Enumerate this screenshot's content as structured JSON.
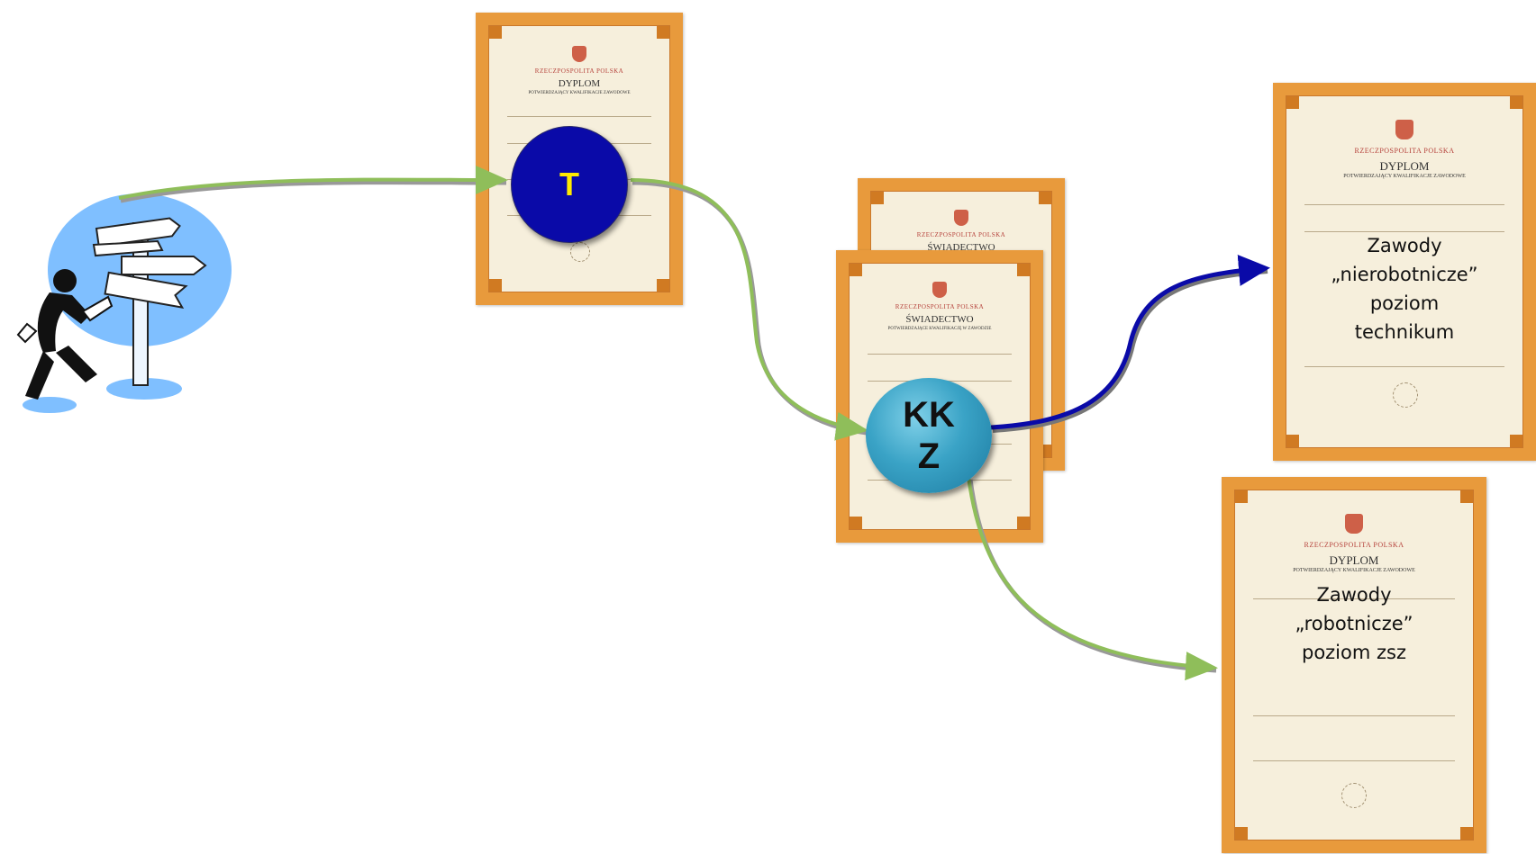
{
  "nodes": {
    "t": {
      "label": "T"
    },
    "kkz": {
      "label": "KK\nZ"
    }
  },
  "certificates": {
    "dyplom_top": {
      "title_small": "RZECZPOSPOLITA POLSKA",
      "title": "DYPLOM",
      "subtitle": "POTWIERDZAJĄCY KWALIFIKACJE ZAWODOWE"
    },
    "swiadectwo_back": {
      "title_small": "RZECZPOSPOLITA POLSKA",
      "title": "ŚWIADECTWO"
    },
    "swiadectwo_front": {
      "title_small": "RZECZPOSPOLITA POLSKA",
      "title": "ŚWIADECTWO",
      "subtitle": "POTWIERDZAJĄCE KWALIFIKACJĘ W ZAWODZIE"
    },
    "dyplom_technikum": {
      "title_small": "RZECZPOSPOLITA POLSKA",
      "title": "DYPLOM",
      "subtitle": "POTWIERDZAJĄCY KWALIFIKACJE ZAWODOWE",
      "caption_lines": [
        "Zawody",
        "„nierobotnicze”",
        "poziom",
        "technikum"
      ]
    },
    "dyplom_zsz": {
      "title_small": "RZECZPOSPOLITA POLSKA",
      "title": "DYPLOM",
      "subtitle": "POTWIERDZAJĄCY KWALIFIKACJE ZAWODOWE",
      "caption_lines": [
        "Zawody",
        "„robotnicze”",
        "poziom zsz"
      ]
    }
  },
  "colors": {
    "green_arrow": "#8fbe5a",
    "blue_arrow": "#0a0aa8",
    "cert_frame": "#e89a3c",
    "clipart_circle": "#7fbfff"
  },
  "icons": {
    "traveler": "man-at-signpost-icon"
  }
}
